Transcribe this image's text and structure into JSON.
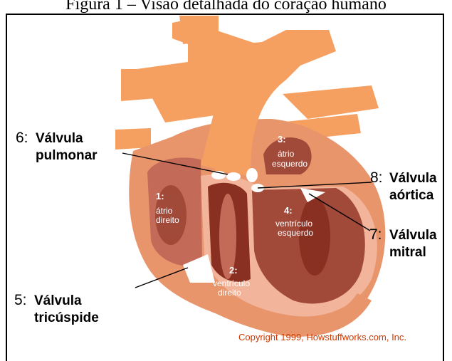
{
  "caption": "Figura 1 – Visão detalhada do coração humano",
  "labels": {
    "valve6_num": "6:",
    "valve6_line1": "Válvula",
    "valve6_line2": "pulmonar",
    "valve8_num": "8:",
    "valve8_line1": "Válvula",
    "valve8_line2": "aórtica",
    "valve7_num": "7:",
    "valve7_line1": "Válvula",
    "valve7_line2": "mitral",
    "valve5_num": "5:",
    "valve5_line1": "Válvula",
    "valve5_line2": "tricúspide"
  },
  "chambers": {
    "c1_num": "1:",
    "c1_line1": "átrio",
    "c1_line2": "direito",
    "c2_num": "2:",
    "c2_line1": "ventrículo",
    "c2_line2": "direito",
    "c3_num": "3:",
    "c3_line1": "átrio",
    "c3_line2": "esquerdo",
    "c4_num": "4:",
    "c4_line1": "ventrículo",
    "c4_line2": "esquerdo"
  },
  "copyright": "Copyright 1999, Howstuffworks.com, Inc.",
  "colors": {
    "vessel": "#f5a060",
    "muscle_outer": "#e8956c",
    "muscle": "#c46a58",
    "chamber": "#a24a3a",
    "dark_chamber": "#8a3022",
    "wall_light": "#f2b49a"
  }
}
